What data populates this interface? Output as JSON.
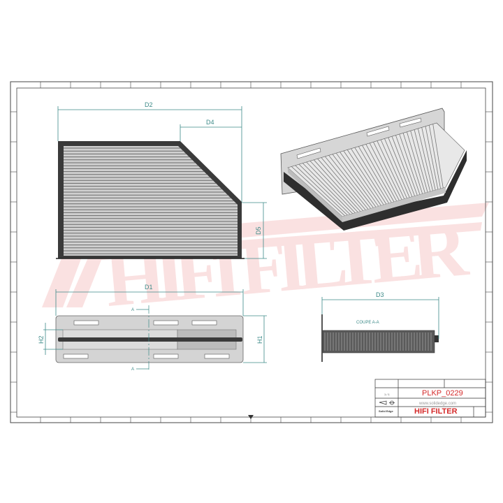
{
  "watermark": "HIFI FILTER",
  "dimensions": {
    "d1": "D1",
    "d2": "D2",
    "d3": "D3",
    "d4": "D4",
    "d5": "D5",
    "h1": "H1",
    "h2": "H2"
  },
  "section": {
    "marker": "A",
    "label": "COUPE A-A"
  },
  "title_block": {
    "sheet": "1 / 1",
    "part_number": "PLKP_0229",
    "website": "www.solidedge.com",
    "software": "Solid Edge",
    "title": "HIFI FILTER",
    "accent": "#d42a2a"
  },
  "colors": {
    "dimension": "#3c8a88",
    "frame": "#333333",
    "body": "#3a3a3a",
    "plate": "#d4d4d4"
  }
}
